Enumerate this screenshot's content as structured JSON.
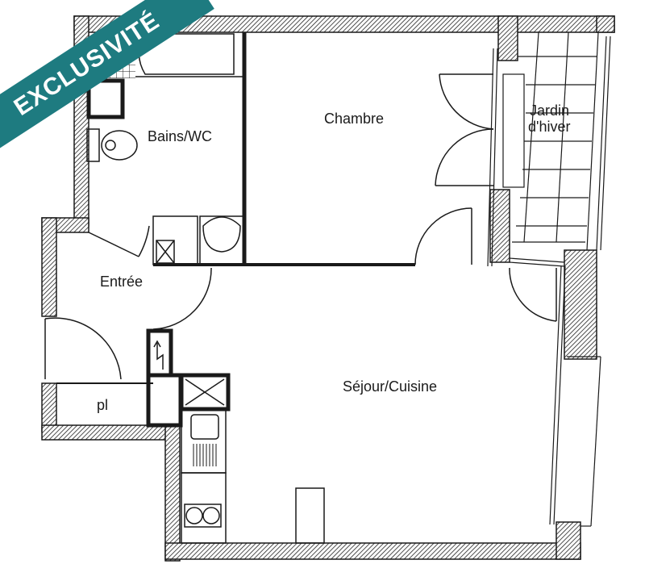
{
  "banner": {
    "label": "EXCLUSIVITÉ",
    "color": "#1e7b80",
    "text_color": "#ffffff"
  },
  "floor_plan": {
    "rooms": [
      {
        "id": "bains-wc",
        "label": "Bains/WC"
      },
      {
        "id": "chambre",
        "label": "Chambre"
      },
      {
        "id": "jardin-hiver",
        "label_line1": "Jardin",
        "label_line2": "d'hiver"
      },
      {
        "id": "entree",
        "label": "Entrée"
      },
      {
        "id": "placard",
        "label": "pl"
      },
      {
        "id": "sejour-cuisine",
        "label": "Séjour/Cuisine"
      }
    ],
    "colors": {
      "wall_hatch": "#2a2a2a",
      "line": "#1a1a1a",
      "background": "#ffffff"
    }
  }
}
